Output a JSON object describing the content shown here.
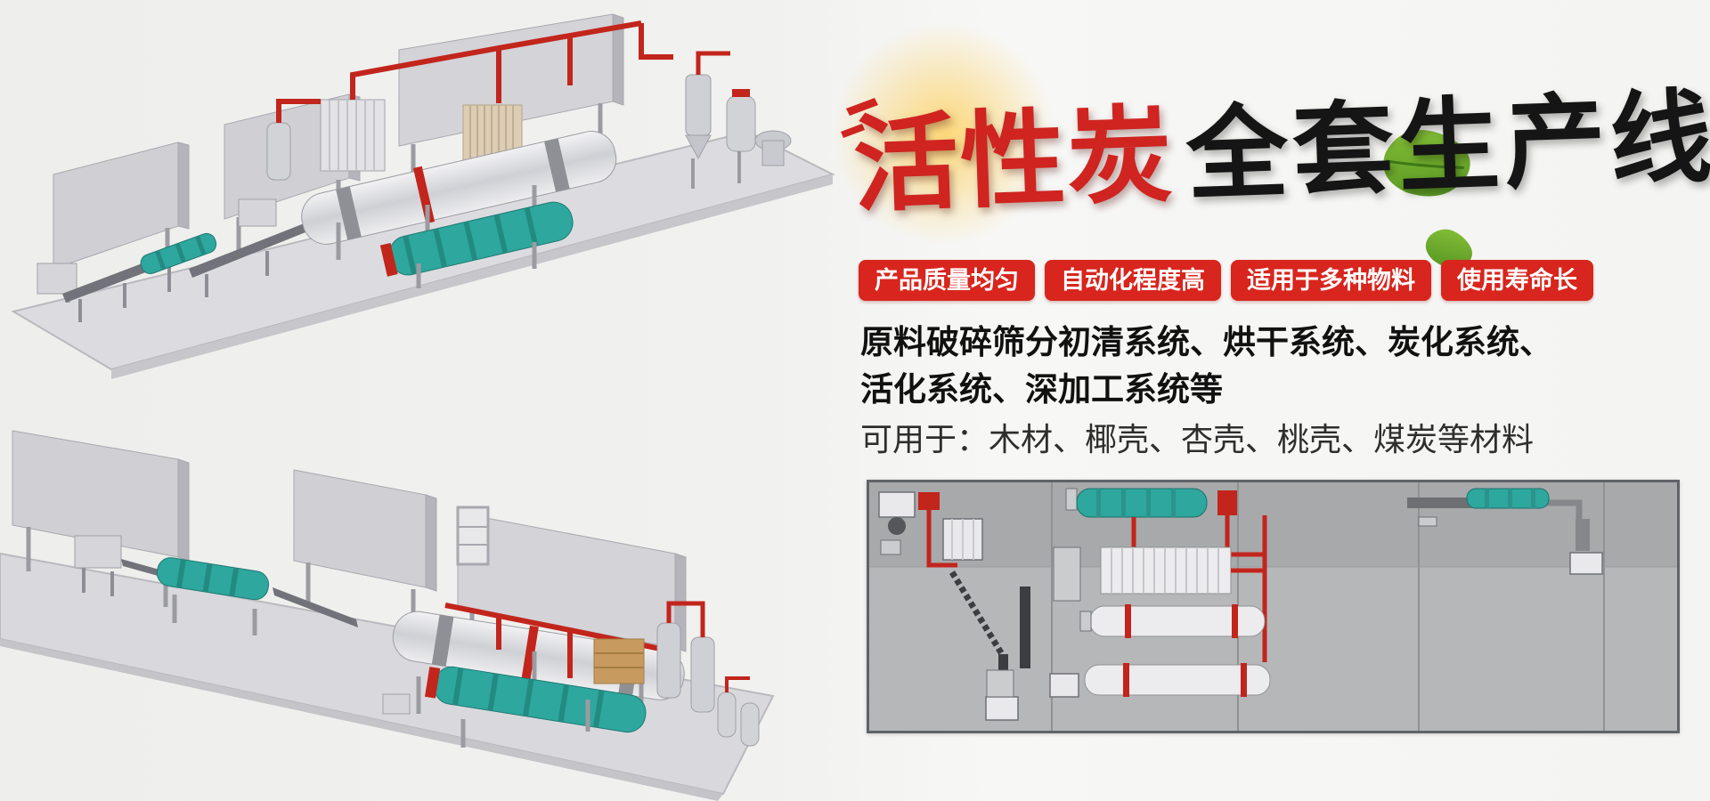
{
  "hero": {
    "title": {
      "red": "活性炭",
      "black": "全套生产线"
    },
    "badges": [
      "产品质量均匀",
      "自动化程度高",
      "适用于多种物料",
      "使用寿命长"
    ],
    "description": {
      "line1": "原料破碎筛分初清系统、烘干系统、炭化系统、",
      "line2": "活化系统、深加工系统等"
    },
    "materials": "可用于：木材、椰壳、杏壳、桃壳、煤炭等材料",
    "colors": {
      "badge_red": "#d8251d",
      "title_red": "#cf2420",
      "title_black": "#151515",
      "machine_teal": "#2ea79e",
      "pipe_red": "#c2251c",
      "leaf_green": "#6fb02c"
    }
  },
  "illustrations": {
    "top_render": "activated-carbon-production-line-3d-render",
    "bottom_render": "activated-carbon-production-line-3d-render-alt",
    "schematic": "plant-layout-top-view-schematic"
  }
}
